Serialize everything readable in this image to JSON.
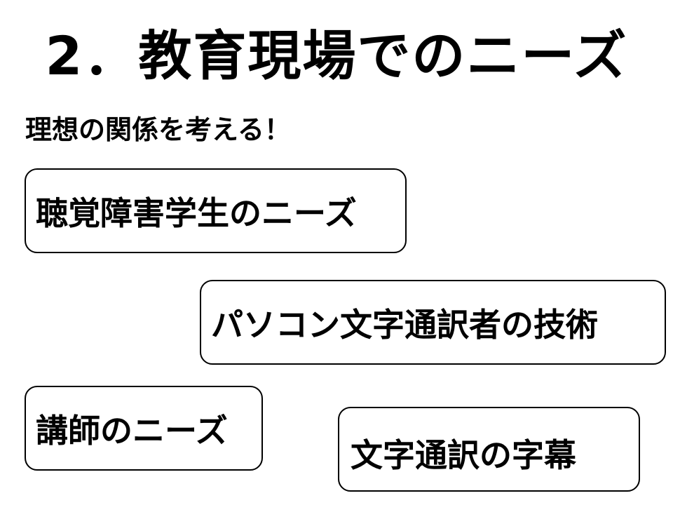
{
  "slide": {
    "title": "2．教育現場でのニーズ",
    "subtitle": "理想の関係を考える！",
    "boxes": [
      {
        "label": "聴覚障害学生のニーズ"
      },
      {
        "label": "パソコン文字通訳者の技術"
      },
      {
        "label": "講師のニーズ"
      },
      {
        "label": "文字通訳の字幕"
      }
    ]
  }
}
